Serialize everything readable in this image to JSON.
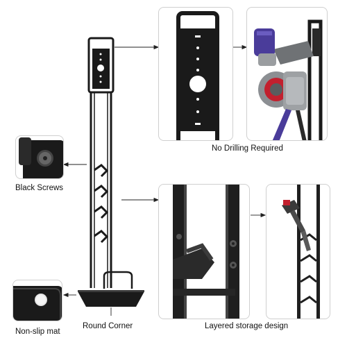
{
  "labels": {
    "no_drilling": "No Drilling Required",
    "black_screws": "Black Screws",
    "non_slip_mat": "Non-slip mat",
    "round_corner": "Round Corner",
    "layered_storage": "Layered storage design"
  },
  "icons": {
    "arrow": "arrow-icon"
  },
  "colors": {
    "frame_black": "#1a1a1a",
    "vacuum_purple": "#4a3c9a",
    "vacuum_red": "#c2202e",
    "panel_border": "#cfcfcf"
  }
}
